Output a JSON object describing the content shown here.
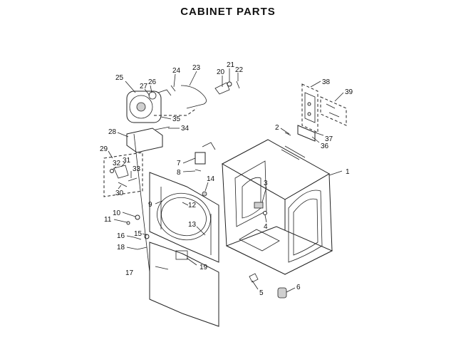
{
  "title": "CABINET PARTS",
  "callouts": [
    {
      "id": "c1",
      "text": "1"
    },
    {
      "id": "c2",
      "text": "2"
    },
    {
      "id": "c3",
      "text": "3"
    },
    {
      "id": "c4",
      "text": "4"
    },
    {
      "id": "c5",
      "text": "5"
    },
    {
      "id": "c6",
      "text": "6"
    },
    {
      "id": "c7",
      "text": "7"
    },
    {
      "id": "c8",
      "text": "8"
    },
    {
      "id": "c9",
      "text": "9"
    },
    {
      "id": "c10",
      "text": "10"
    },
    {
      "id": "c11",
      "text": "11"
    },
    {
      "id": "c12",
      "text": "12"
    },
    {
      "id": "c13",
      "text": "13"
    },
    {
      "id": "c14",
      "text": "14"
    },
    {
      "id": "c15",
      "text": "15"
    },
    {
      "id": "c16",
      "text": "16"
    },
    {
      "id": "c17",
      "text": "17"
    },
    {
      "id": "c18",
      "text": "18"
    },
    {
      "id": "c19",
      "text": "19"
    },
    {
      "id": "c20",
      "text": "20"
    },
    {
      "id": "c21",
      "text": "21"
    },
    {
      "id": "c22",
      "text": "22"
    },
    {
      "id": "c23",
      "text": "23"
    },
    {
      "id": "c24",
      "text": "24"
    },
    {
      "id": "c25",
      "text": "25"
    },
    {
      "id": "c26",
      "text": "26"
    },
    {
      "id": "c27",
      "text": "27"
    },
    {
      "id": "c28",
      "text": "28"
    },
    {
      "id": "c29",
      "text": "29"
    },
    {
      "id": "c30",
      "text": "30"
    },
    {
      "id": "c31",
      "text": "31"
    },
    {
      "id": "c32",
      "text": "32"
    },
    {
      "id": "c33",
      "text": "33"
    },
    {
      "id": "c34",
      "text": "34"
    },
    {
      "id": "c35",
      "text": "35"
    },
    {
      "id": "c36",
      "text": "36"
    },
    {
      "id": "c37",
      "text": "37"
    },
    {
      "id": "c38",
      "text": "38"
    },
    {
      "id": "c39",
      "text": "39"
    }
  ]
}
